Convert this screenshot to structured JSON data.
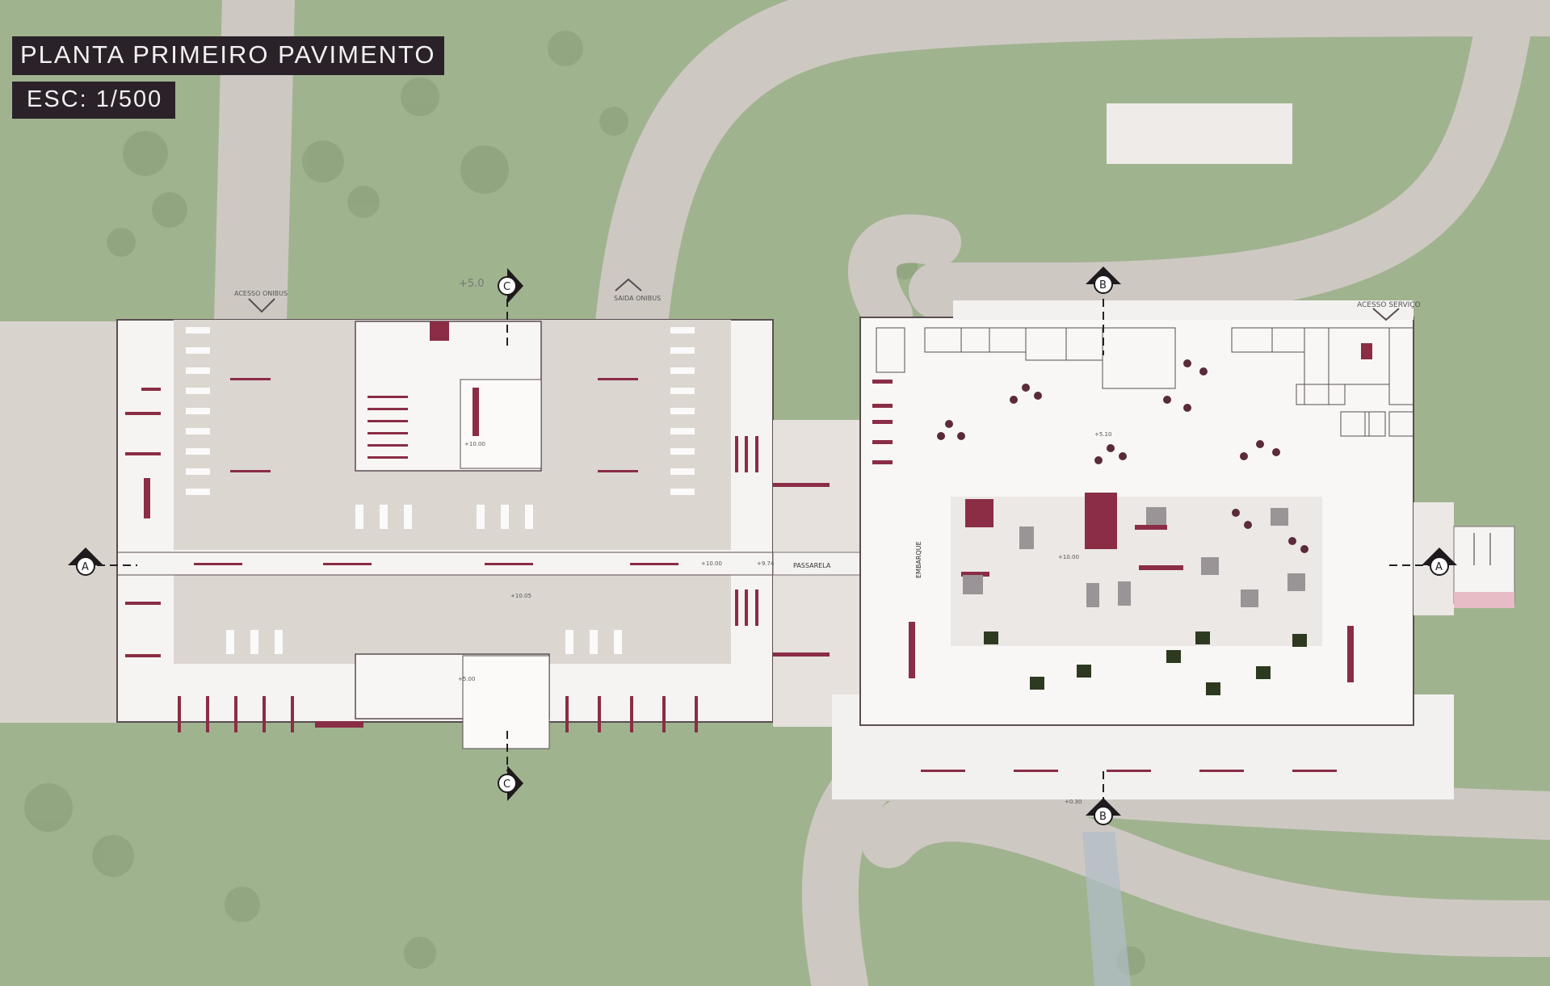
{
  "title": "PLANTA PRIMEIRO PAVIMENTO",
  "scale": "ESC: 1/500",
  "access_labels": {
    "bus_entry": "ACESSO ONIBUS",
    "bus_exit": "SAIDA ONIBUS",
    "service_access": "ACESSO SERVIÇO"
  },
  "section_markers": {
    "a": "A",
    "b": "B",
    "c": "C"
  },
  "walkway_label": "PASSARELA",
  "boarding_label": "EMBARQUE",
  "level_marks": [
    "+5.0",
    "+10.00",
    "+5.10",
    "+10.00",
    "+9.74",
    "+10.05",
    "+5.00",
    "+10.00",
    "+0.30"
  ],
  "colors": {
    "grass": "#9fb28e",
    "road": "#cfc8c3",
    "building": "#f7f5f4",
    "accent": "#8a2d45",
    "label_bg": "#2a2228"
  }
}
